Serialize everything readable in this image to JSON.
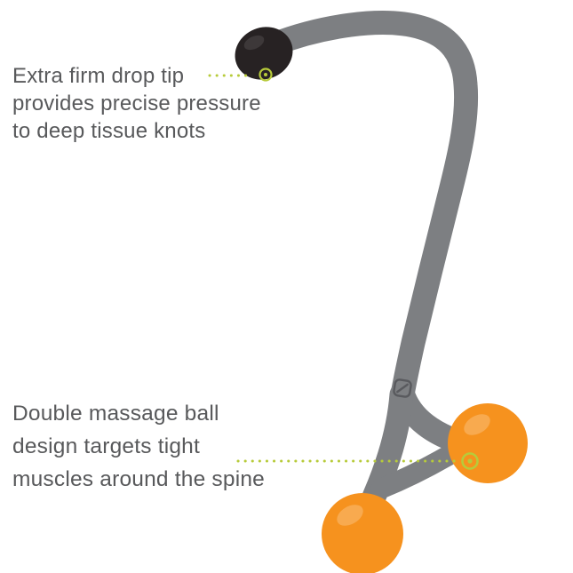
{
  "colors": {
    "body_gray": "#7d7f82",
    "body_gray_dark": "#6b6d70",
    "tip_black": "#272223",
    "ball_orange": "#f6921e",
    "accent_green": "#b7cb3a",
    "text_gray": "#58595b",
    "logo_gray": "#595a5e",
    "background": "#ffffff"
  },
  "annotations": {
    "drop_tip": {
      "lines": [
        "Extra firm drop tip",
        "provides precise pressure",
        "to deep tissue knots"
      ]
    },
    "massage_balls": {
      "lines": [
        "Double massage ball",
        "design targets tight",
        "muscles around the spine"
      ]
    }
  }
}
